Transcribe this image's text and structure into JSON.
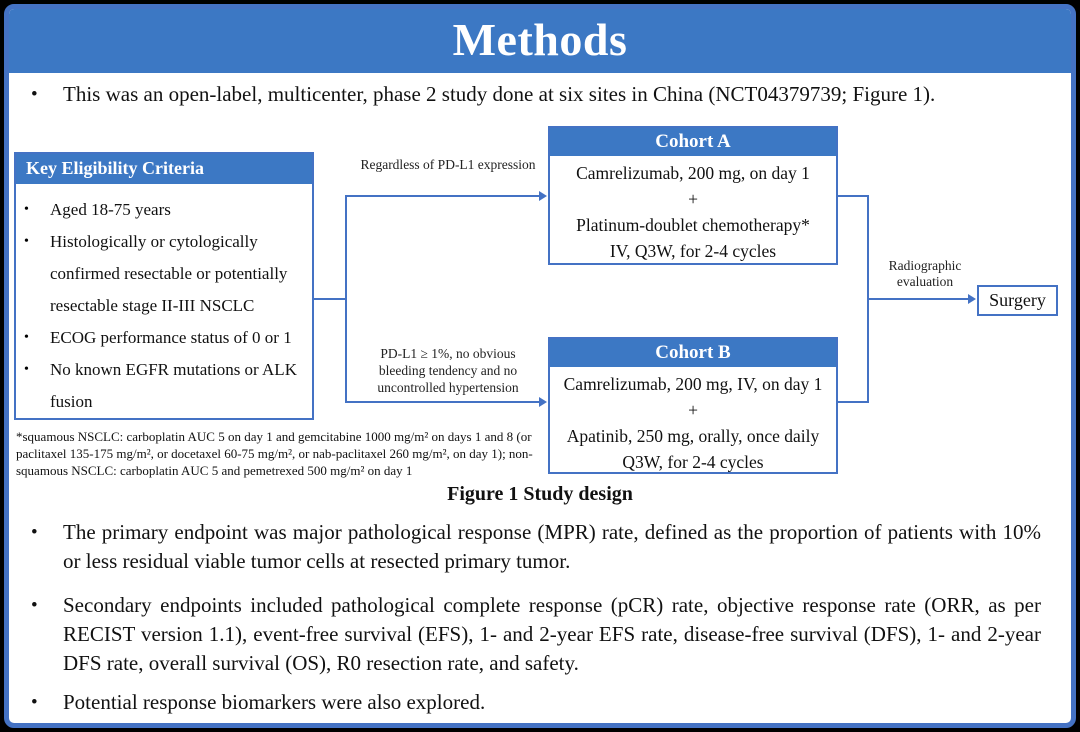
{
  "slide": {
    "title": "Methods",
    "colors": {
      "accent_blue": "#3C78C4",
      "line_blue": "#4472C4"
    },
    "intro_bullet": "This was an open-label, multicenter, phase 2 study done at six sites in China (NCT04379739; Figure 1).",
    "figure": {
      "eligibility": {
        "header": "Key Eligibility Criteria",
        "items": [
          "Aged 18-75 years",
          "Histologically or cytologically confirmed resectable or potentially resectable stage II-III NSCLC",
          "ECOG performance status of 0 or 1",
          "No known EGFR mutations or ALK fusion"
        ]
      },
      "branch_top_label": "Regardless of PD-L1 expression",
      "branch_bottom_label": "PD-L1 ≥ 1%, no obvious bleeding tendency and no uncontrolled hypertension",
      "cohort_a": {
        "header": "Cohort A",
        "lines": [
          "Camrelizumab, 200 mg, on day 1",
          "+",
          "Platinum-doublet chemotherapy*",
          "IV, Q3W, for 2-4 cycles"
        ]
      },
      "cohort_b": {
        "header": "Cohort B",
        "lines": [
          "Camrelizumab, 200 mg, IV, on day 1",
          "+",
          "Apatinib, 250 mg, orally, once daily",
          "Q3W, for 2-4 cycles"
        ]
      },
      "evaluation_label": "Radiographic evaluation",
      "surgery_label": "Surgery",
      "footnote": "*squamous NSCLC: carboplatin AUC 5 on day 1 and gemcitabine 1000 mg/m² on days 1 and 8 (or paclitaxel 135-175 mg/m², or docetaxel 60-75 mg/m², or nab-paclitaxel 260 mg/m², on day 1); non-squamous NSCLC: carboplatin AUC 5 and pemetrexed 500 mg/m² on day 1",
      "caption": "Figure 1 Study design"
    },
    "bullet_marker": "•",
    "bullets": [
      "The primary endpoint was major pathological response (MPR) rate, defined as the proportion of patients with 10% or less residual viable tumor cells at resected primary tumor.",
      "Secondary endpoints included pathological complete response (pCR) rate, objective response rate (ORR, as per RECIST version 1.1), event-free survival (EFS), 1- and 2-year EFS rate, disease-free survival (DFS), 1- and 2-year DFS rate, overall survival (OS), R0 resection rate, and safety.",
      "Potential response biomarkers were also explored."
    ]
  }
}
